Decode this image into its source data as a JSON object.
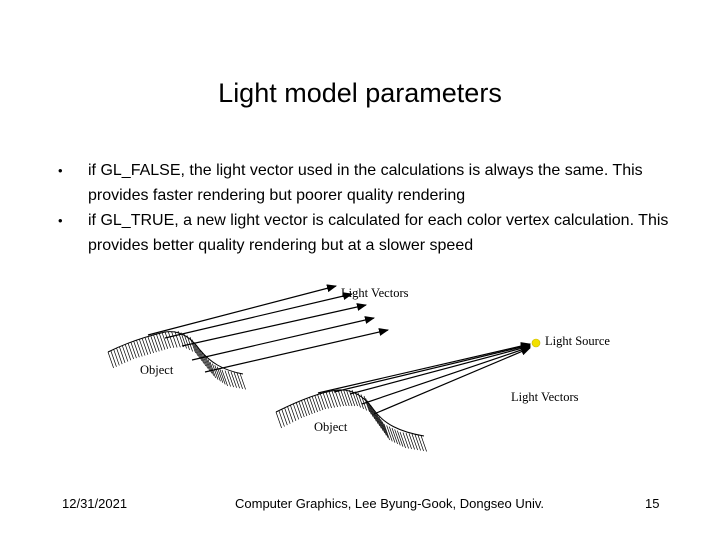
{
  "slide": {
    "title": "Light model parameters",
    "bullets": [
      "if GL_FALSE, the light vector used in the calculations is always the same. This provides faster rendering but poorer quality rendering",
      "if GL_TRUE, a new light vector is calculated for each color vertex calculation. This provides better quality rendering but at a slower speed"
    ],
    "bullet_symbol": "•"
  },
  "diagram": {
    "label_light_vectors_top": "Light Vectors",
    "label_object_top": "Object",
    "label_light_source": "Light Source",
    "label_light_vectors_bottom": "Light Vectors",
    "label_object_bottom": "Object",
    "light_source_color": "#f2e000"
  },
  "footer": {
    "date": "12/31/2021",
    "credit": "Computer Graphics, Lee Byung-Gook, Dongseo Univ.",
    "page_number": "15"
  }
}
